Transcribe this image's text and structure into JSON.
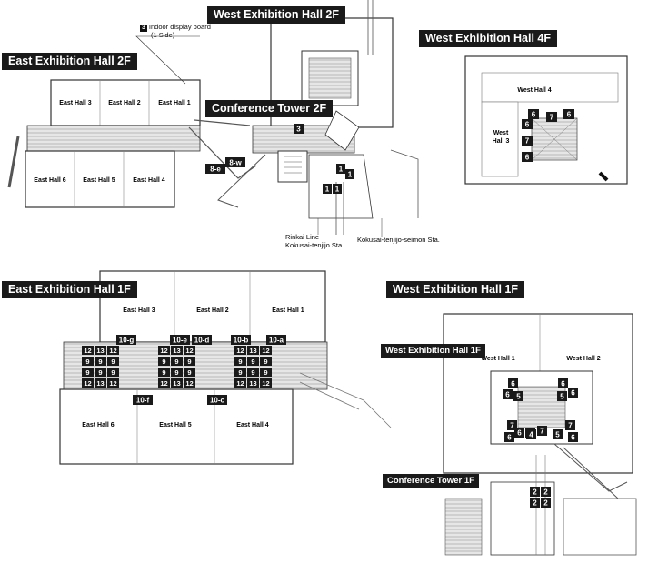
{
  "titles": {
    "west_2f": "West Exhibition Hall 2F",
    "east_2f": "East Exhibition Hall 2F",
    "conf_2f": "Conference Tower 2F",
    "west_4f": "West Exhibition Hall 4F",
    "east_1f": "East Exhibition Hall 1F",
    "west_1f": "West Exhibition Hall 1F",
    "west_1f_inner": "West Exhibition Hall 1F",
    "conf_1f": "Conference Tower 1F"
  },
  "legend": {
    "badge": "3",
    "line1": "Indoor display board",
    "line2": "(1 Side)"
  },
  "stations": {
    "rinkai_1": "Rinkai Line",
    "rinkai_2": "Kokusai-tenjijo Sta.",
    "seimon": "Kokusai-tenjijo-seimon Sta."
  },
  "hall_labels": {
    "e2_h3": "East Hall 3",
    "e2_h2": "East Hall 2",
    "e2_h1": "East Hall 1",
    "e2_h6": "East Hall 6",
    "e2_h5": "East Hall 5",
    "e2_h4": "East Hall 4",
    "w4_h4": "West Hall 4",
    "w4_h3a": "West",
    "w4_h3b": "Hall 3",
    "e1_h3": "East Hall 3",
    "e1_h2": "East Hall 2",
    "e1_h1": "East Hall 1",
    "e1_h6": "East Hall 6",
    "e1_h5": "East Hall 5",
    "e1_h4": "East Hall 4",
    "w1_h1": "West Hall 1",
    "w1_h2": "West Hall 2"
  },
  "markers": {
    "m8e": "8-e",
    "m8w": "8-w",
    "m3": "3",
    "m1a": "1",
    "m1b": "1",
    "m1c": "1",
    "m1d": "1",
    "w4_1": "6",
    "w4_2": "7",
    "w4_3": "6",
    "w4_4": "6",
    "w4_5": "7",
    "w4_6": "6",
    "e10g": "10-g",
    "e10e": "10-e",
    "e10d": "10-d",
    "e10b": "10-b",
    "e10a": "10-a",
    "e10f": "10-f",
    "e10c": "10-c",
    "g1_r1": [
      "12",
      "13",
      "12"
    ],
    "g1_r2": [
      "9",
      "9",
      "9"
    ],
    "g1_r3": [
      "9",
      "9",
      "9"
    ],
    "g1_r4": [
      "12",
      "13",
      "12"
    ],
    "g2_r1": [
      "12",
      "13",
      "12"
    ],
    "g2_r2": [
      "9",
      "9",
      "9"
    ],
    "g2_r3": [
      "9",
      "9",
      "9"
    ],
    "g2_r4": [
      "12",
      "13",
      "12"
    ],
    "g3_r1": [
      "12",
      "13",
      "12"
    ],
    "g3_r2": [
      "9",
      "9",
      "9"
    ],
    "g3_r3": [
      "9",
      "9",
      "9"
    ],
    "g3_r4": [
      "12",
      "13",
      "12"
    ],
    "w1_a": "6",
    "w1_b": "6",
    "w1_c": "6",
    "w1_d": "6",
    "w1_e": "5",
    "w1_f": "5",
    "w1_g": "6",
    "w1_h": "5",
    "w1_i": "7",
    "w1_j": "7",
    "w1_k": "4",
    "w1_l": "7",
    "w1_m": "6",
    "w1_n": "5",
    "w1_o": "6",
    "w1_p": "6",
    "c1_a": "2",
    "c1_b": "2",
    "c1_c": "2",
    "c1_d": "2"
  },
  "colors": {
    "ink": "#1a1a1a",
    "line": "#333333",
    "hall_fill": "#ffffff",
    "corridor": "#dddddd",
    "light_line": "#999999"
  }
}
